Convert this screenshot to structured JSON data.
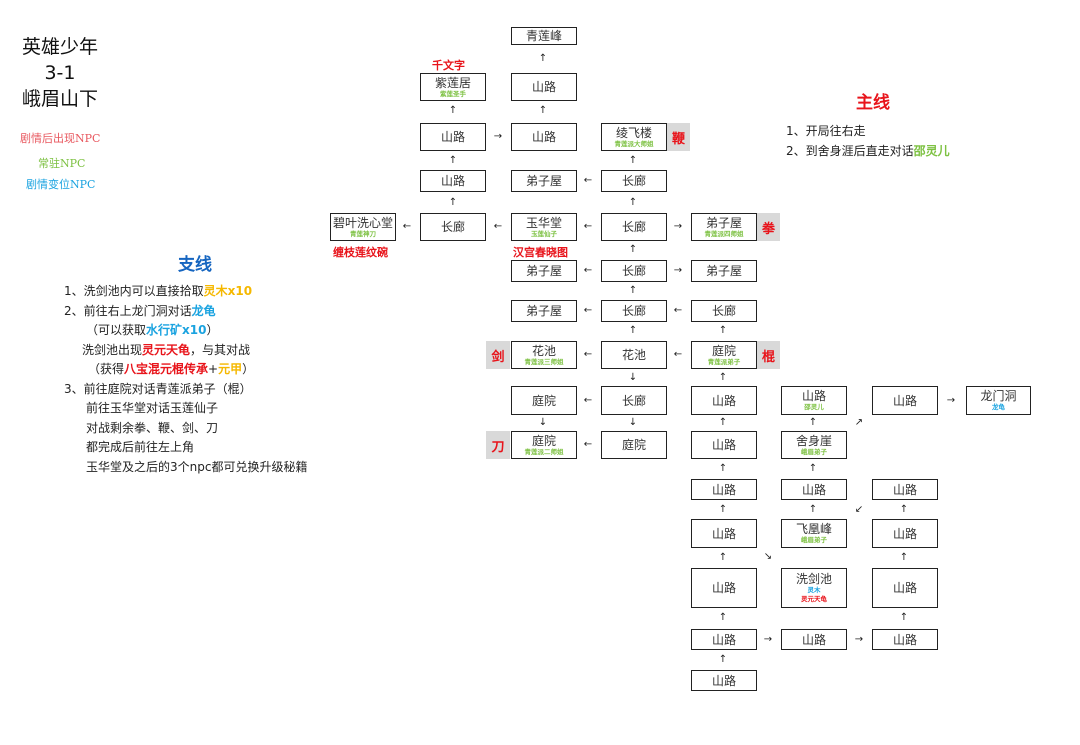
{
  "header": {
    "line1": "英雄少年",
    "line2": "3-1",
    "line3": "峨眉山下"
  },
  "legend": {
    "after_story": "剧情后出现NPC",
    "resident": "常驻NPC",
    "moved": "剧情变位NPC",
    "colors": {
      "after_story": "#e8141b",
      "resident": "#7dc142",
      "moved": "#1aa3e0"
    }
  },
  "main_line": {
    "title": "主线",
    "items": [
      {
        "text": "1、开局往右走"
      },
      {
        "text": "2、到舍身涯后直走对话",
        "hl": "邵灵儿"
      }
    ]
  },
  "side_line": {
    "title": "支线",
    "l1": "1、洗剑池内可以直接拾取",
    "l1h": "灵木x10",
    "l2": "2、前往右上龙门洞对话",
    "l2h": "龙龟",
    "l3a": "（可以获取",
    "l3h": "水行矿x10",
    "l3b": "）",
    "l4a": "洗剑池出现",
    "l4h": "灵元天龟",
    "l4b": "，与其对战",
    "l5a": "（获得",
    "l5h": "八宝混元棍传承",
    "l5p": "+",
    "l5h2": "元甲",
    "l5b": "）",
    "l6": "3、前往庭院对话青莲派弟子（棍）",
    "l7": "前往玉华堂对话玉莲仙子",
    "l8": "对战剩余拳、鞭、剑、刀",
    "l9": "都完成后前往左上角",
    "l10": "玉华堂及之后的3个npc都可兑换升级秘籍"
  },
  "item_labels": {
    "qianwenzi": "千文字",
    "chanzhi": "缠枝莲纹碗",
    "hangong": "汉宫春晓图"
  },
  "weapon_tags": {
    "bian": "鞭",
    "quan": "拳",
    "jian": "剑",
    "gun": "棍",
    "dao": "刀"
  },
  "nodes": [
    {
      "name": "紫莲居",
      "npc": "紫莲圣手",
      "c": "g"
    },
    {
      "name": "山路"
    },
    {
      "name": "山路"
    },
    {
      "name": "长廊"
    },
    {
      "name": "青莲峰"
    },
    {
      "name": "山路"
    },
    {
      "name": "山路"
    },
    {
      "name": "弟子屋"
    },
    {
      "name": "玉华堂",
      "npc": "玉莲仙子",
      "c": "g"
    },
    {
      "name": "弟子屋"
    },
    {
      "name": "弟子屋"
    },
    {
      "name": "花池",
      "npc": "青莲派三师姐",
      "c": "g"
    },
    {
      "name": "庭院"
    },
    {
      "name": "庭院",
      "npc": "青莲派二师姐",
      "c": "g"
    },
    {
      "name": "绫飞楼",
      "npc": "青莲派大师姐",
      "c": "g"
    },
    {
      "name": "长廊"
    },
    {
      "name": "长廊"
    },
    {
      "name": "长廊"
    },
    {
      "name": "长廊"
    },
    {
      "name": "花池"
    },
    {
      "name": "长廊"
    },
    {
      "name": "庭院"
    },
    {
      "name": "弟子屋",
      "npc": "青莲派四师姐",
      "c": "g"
    },
    {
      "name": "弟子屋"
    },
    {
      "name": "长廊"
    },
    {
      "name": "庭院",
      "npc": "青莲派弟子",
      "c": "g"
    },
    {
      "name": "山路"
    },
    {
      "name": "山路"
    },
    {
      "name": "山路"
    },
    {
      "name": "山路"
    },
    {
      "name": "山路"
    },
    {
      "name": "山路"
    },
    {
      "name": "山路"
    },
    {
      "name": "山路",
      "npc": "邵灵儿",
      "c": "g"
    },
    {
      "name": "舍身崖",
      "npc": "峨眉弟子",
      "c": "g"
    },
    {
      "name": "山路"
    },
    {
      "name": "飞凰峰",
      "npc": "峨眉弟子",
      "c": "g"
    },
    {
      "name": "洗剑池",
      "npc": "灵木",
      "c": "b",
      "npc2": "灵元天龟",
      "c2": "r"
    },
    {
      "name": "山路"
    },
    {
      "name": "山路"
    },
    {
      "name": "山路"
    },
    {
      "name": "山路"
    },
    {
      "name": "山路"
    },
    {
      "name": "山路"
    },
    {
      "name": "龙门洞",
      "npc": "龙龟",
      "c": "b"
    },
    {
      "name": "碧叶洗心堂",
      "npc": "青莲神刀",
      "c": "g"
    }
  ]
}
